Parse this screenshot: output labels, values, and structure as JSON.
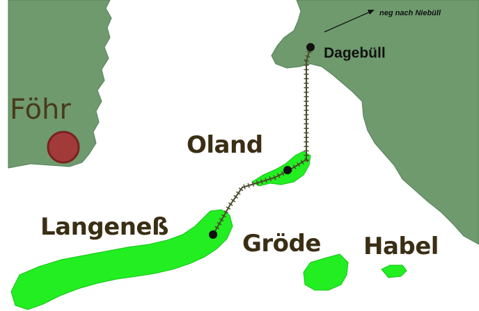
{
  "labels": {
    "foehr": "Föhr",
    "oland": "Oland",
    "langeness": "Langeneß",
    "groede": "Gröde",
    "habel": "Habel",
    "dagebuell": "Dagebüll",
    "niebuell": "neg nach Niebüll"
  },
  "colors": {
    "mainland": "#6e9a6e",
    "island": "#22ee22",
    "railway": "#4a4a2a",
    "town_marker": "#a33a3a",
    "text_dark": "#3a2e14"
  }
}
